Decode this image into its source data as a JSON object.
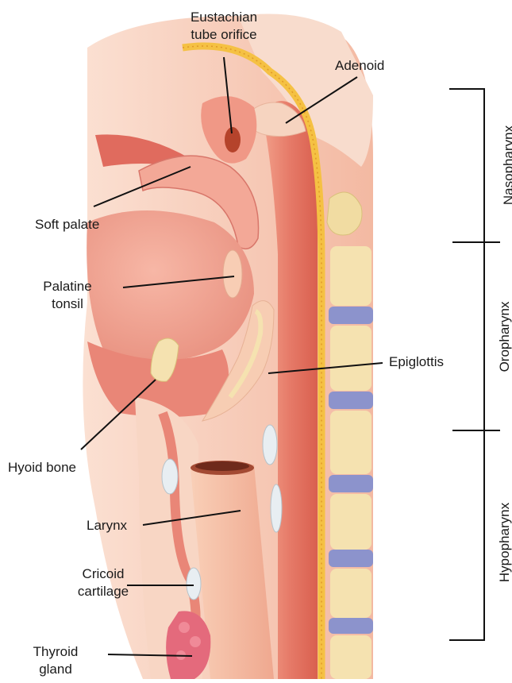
{
  "labels": {
    "eustachian_1": "Eustachian",
    "eustachian_2": "tube orifice",
    "adenoid": "Adenoid",
    "soft_palate": "Soft palate",
    "palatine_1": "Palatine",
    "palatine_2": "tonsil",
    "epiglottis": "Epiglottis",
    "hyoid": "Hyoid bone",
    "larynx": "Larynx",
    "cricoid_1": "Cricoid",
    "cricoid_2": "cartilage",
    "thyroid_1": "Thyroid",
    "thyroid_2": "gland"
  },
  "regions": {
    "nasopharynx": "Nasopharynx",
    "oropharynx": "Oropharynx",
    "hypopharynx": "Hypopharynx"
  },
  "colors": {
    "tissue_light": "#f7c9b6",
    "tissue_mid": "#ef9d86",
    "tissue_dark": "#d9604f",
    "muscle": "#e7867a",
    "fat_yellow": "#f5c143",
    "bone_cream": "#f5e2b0",
    "disc_blue": "#8c93cc",
    "cartilage_white": "#e8eef2",
    "line": "#111111"
  }
}
